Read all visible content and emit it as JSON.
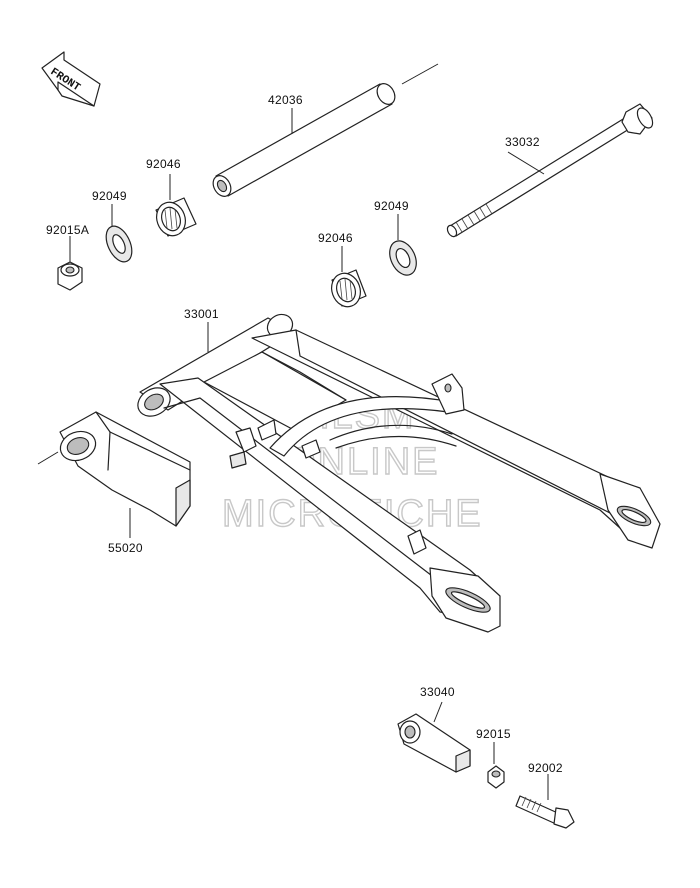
{
  "diagram": {
    "front_marker": "FRONT",
    "watermark": [
      "HLSM",
      "ONLINE",
      "MICROFICHE"
    ],
    "part_numbers": {
      "p42036": "42036",
      "p33032": "33032",
      "p92046_left": "92046",
      "p92049_left": "92049",
      "p92015A": "92015A",
      "p92049_right": "92049",
      "p92046_right": "92046",
      "p33001": "33001",
      "p55020": "55020",
      "p33040": "33040",
      "p92015": "92015",
      "p92002": "92002"
    }
  }
}
